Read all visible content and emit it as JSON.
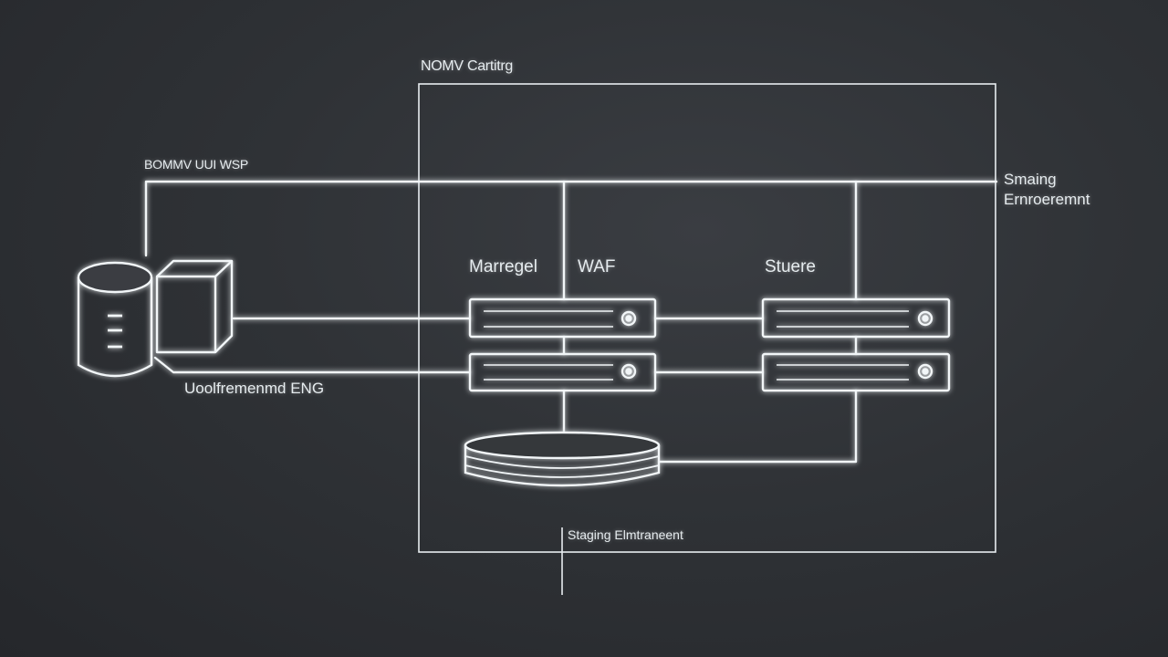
{
  "labels": {
    "top_boundary": "NOMV Cartitrg",
    "left_network": "BOMMV UUI WSP",
    "right_line1": "Smaing",
    "right_line2": "Ernroeremnt",
    "managed": "Marregel",
    "waf": "WAF",
    "staging": "Stuere",
    "database": "Uoolfremenmd ENG",
    "bottom_env": "Staging Elmtraneent"
  },
  "colors": {
    "background": "#2f3236",
    "line": "#f2f6f8",
    "glow": "#9fd0ff"
  },
  "icons": {
    "database": "database-cylinder-icon",
    "server": "server-rack-icon",
    "storage": "storage-disk-icon"
  }
}
